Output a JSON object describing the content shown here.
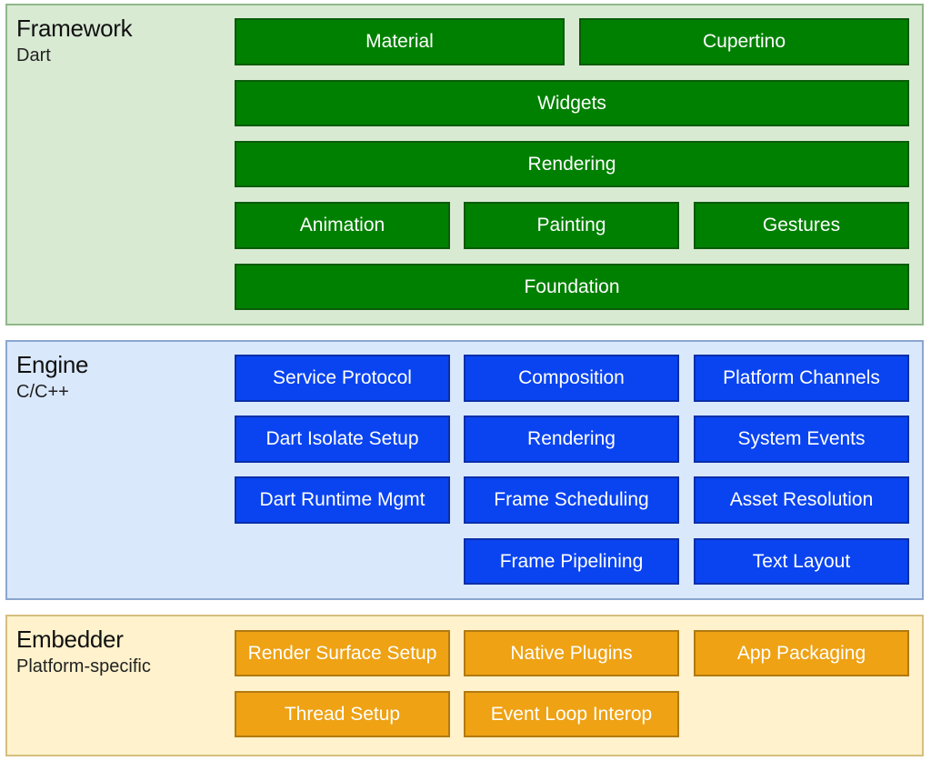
{
  "framework": {
    "title": "Framework",
    "subtitle": "Dart",
    "boxes": [
      "Material",
      "Cupertino",
      "Widgets",
      "Rendering",
      "Animation",
      "Painting",
      "Gestures",
      "Foundation"
    ]
  },
  "engine": {
    "title": "Engine",
    "subtitle": "C/C++",
    "boxes": [
      "Service Protocol",
      "Composition",
      "Platform Channels",
      "Dart Isolate Setup",
      "Rendering",
      "System Events",
      "Dart Runtime Mgmt",
      "Frame Scheduling",
      "Asset Resolution",
      "Frame Pipelining",
      "Text Layout"
    ]
  },
  "embedder": {
    "title": "Embedder",
    "subtitle": "Platform-specific",
    "boxes": [
      "Render Surface Setup",
      "Native Plugins",
      "App Packaging",
      "Thread Setup",
      "Event Loop Interop"
    ]
  },
  "colors": {
    "framework_fill": "#008000",
    "engine_fill": "#0a44f0",
    "embedder_fill": "#eea214"
  }
}
